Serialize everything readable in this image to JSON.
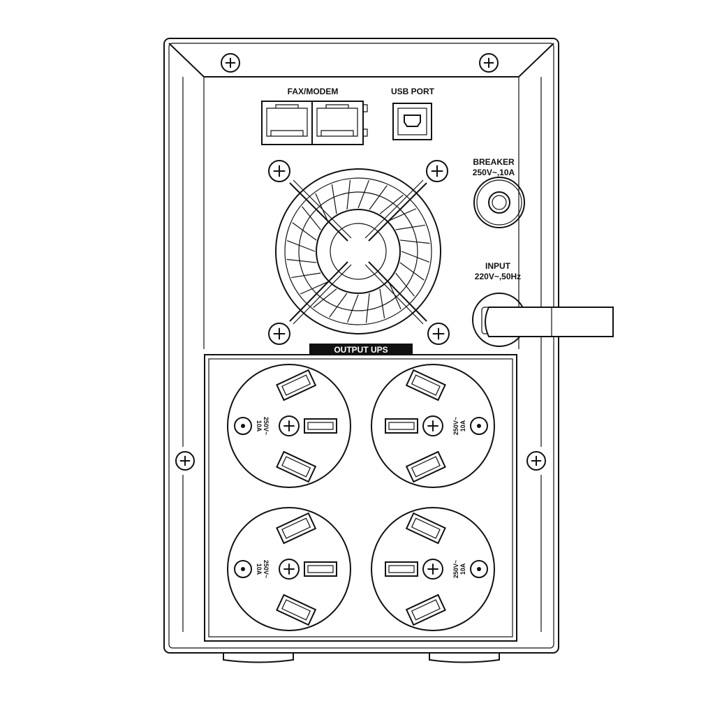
{
  "labels": {
    "fax_modem": "FAX/MODEM",
    "usb_port": "USB PORT",
    "breaker_title": "BREAKER",
    "breaker_rating": "250V~,10A",
    "input_title": "INPUT",
    "input_rating": "220V~,50Hz",
    "output": "OUTPUT UPS"
  },
  "outlets": [
    {
      "voltage": "250V~",
      "current": "10A"
    },
    {
      "voltage": "250V~",
      "current": "10A"
    },
    {
      "voltage": "250V~",
      "current": "10A"
    },
    {
      "voltage": "250V~",
      "current": "10A"
    }
  ]
}
